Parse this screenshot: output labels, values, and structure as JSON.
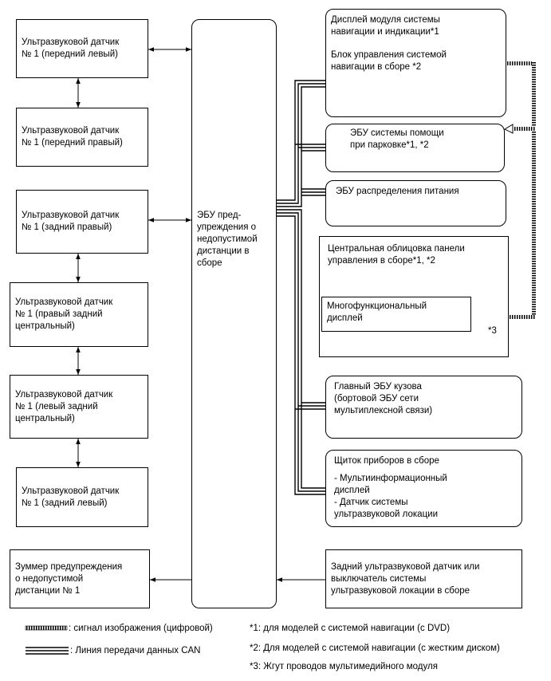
{
  "sensors": [
    "Ультразвуковой датчик\n№ 1 (передний левый)",
    "Ультразвуковой датчик\n№ 1 (передний правый)",
    "Ультразвуковой датчик\n№ 1 (задний правый)",
    "Ультразвуковой датчик\n№ 1 (правый задний\nцентральный)",
    "Ультразвуковой датчик\n№ 1 (левый задний\nцентральный)",
    "Ультразвуковой датчик\n№ 1 (задний левый)"
  ],
  "buzzer": "Зуммер предупреждения\nо недопустимой\nдистанции № 1",
  "ecu": "ЭБУ пред-\nупреждения о\nнедопустимой\nдистанции в\nсборе",
  "right": {
    "nav_display": "Дисплей модуля системы\nнавигации и индикации*1",
    "nav_unit": "Блок управления системой\nнавигации в сборе *2",
    "park_ecu": "ЭБУ системы помощи\nпри парковке*1, *2",
    "power_ecu": "ЭБУ распределения питания",
    "panel": "Центральная облицовка панели\nуправления в сборе*1, *2",
    "multi_display": "Многофункциональный\nдисплей",
    "note3_mark": "*3",
    "body_ecu": "Главный ЭБУ кузова\n(бортовой ЭБУ сети\nмультиплексной связи)",
    "cluster_title": "Щиток приборов в сборе",
    "cluster_items": "- Мультиинформационный\nдисплей\n- Датчик системы\nультразвуковой локации",
    "rear_sensor": "Задний ультразвуковой датчик или\nвыключатель системы\nультразвуковой локации в сборе"
  },
  "legend": {
    "video": ": сигнал изображения (цифровой)",
    "can": ": Линия передачи данных CAN"
  },
  "notes": [
    "*1: для моделей с системой навигации (с DVD)",
    "*2: Для моделей с системой навигации (с жестким диском)",
    "*3: Жгут проводов мультимедийного модуля"
  ]
}
